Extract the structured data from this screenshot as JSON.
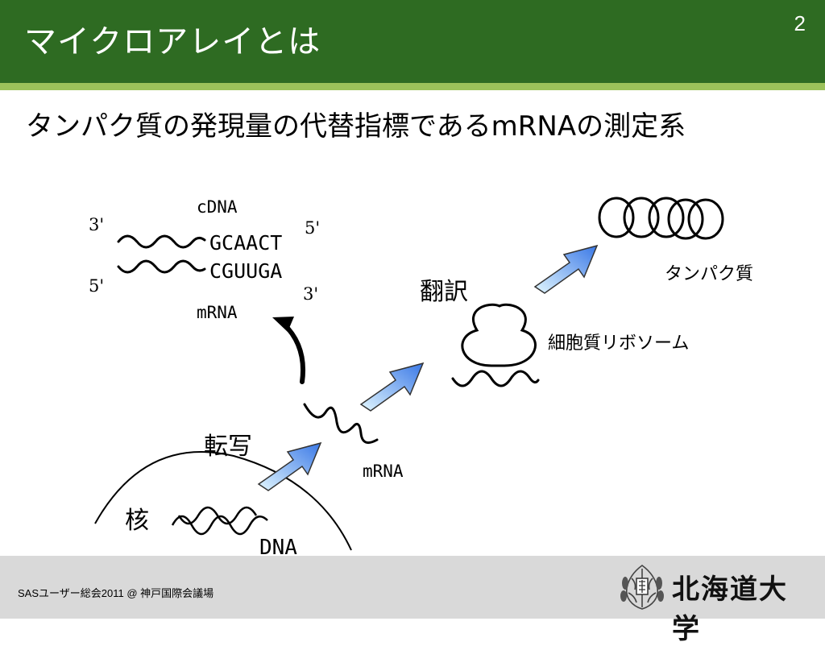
{
  "header": {
    "title": "マイクロアレイとは",
    "page_number": "2"
  },
  "subtitle": "タンパク質の発現量の代替指標であるmRNAの測定系",
  "diagram": {
    "cdna_label": "cDNA",
    "mrna_label_top": "mRNA",
    "mrna_label_mid": "mRNA",
    "dna_label": "DNA",
    "seq_top": "GCAACT",
    "seq_bottom": "CGUUGA",
    "end_3_left": "3'",
    "end_5_right": "5'",
    "end_5_left": "5'",
    "end_3_right": "3'",
    "nucleus_label": "核",
    "transcription_label": "転写",
    "translation_label": "翻訳",
    "ribosome_label": "細胞質リボソーム",
    "protein_label": "タンパク質",
    "arrow_colors": {
      "tip": "#3a78e6",
      "tail": "#e2f7ff",
      "outline": "#333333"
    }
  },
  "footer": {
    "text": "SASユーザー総会2011 @ 神戸国際会議場",
    "logo_name": "北海道大学"
  }
}
